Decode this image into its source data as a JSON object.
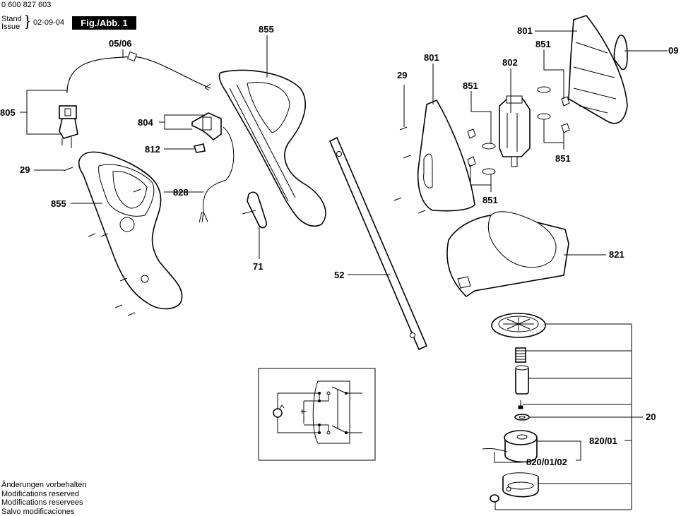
{
  "header": {
    "document_number": "0 600 827 603",
    "stand_label": "Stand",
    "issue_label": "Issue",
    "issue_date": "02-09-04",
    "figure_label": "Fig./Abb. 1"
  },
  "footer": {
    "lines": [
      "Änderungen vorbehalten",
      "Modifications reserved",
      "Modifications reservees",
      "Salvo modificaciones"
    ]
  },
  "callouts": {
    "cord": "05/06",
    "plug": "805",
    "switch": "804",
    "switch_clip": "812",
    "screw_left": "29",
    "handle_left": "855",
    "wire": "828",
    "handle_right": "855",
    "trigger": "71",
    "tube": "52",
    "screw_motor": "29",
    "motor_housing_left": "801",
    "brush_set_left_top": "851",
    "brush_set_left_bottom": "851",
    "motor": "802",
    "brush_set_right_top": "851",
    "brush_set_right_bottom": "851",
    "motor_housing_right": "801",
    "nameplate": "09",
    "guard": "821",
    "washer": "20",
    "spool_assembly": "820/01",
    "spool_line": "820/01/02"
  },
  "schematic": {
    "description": "switch wiring schematic with capacitor and motor"
  }
}
